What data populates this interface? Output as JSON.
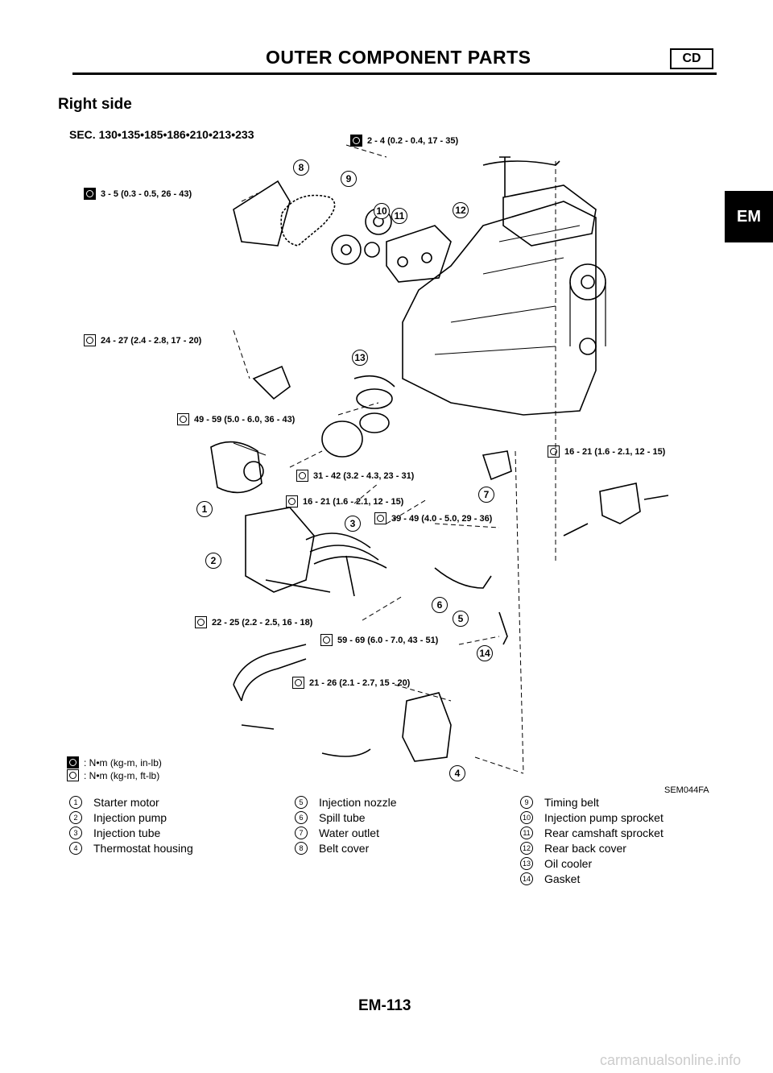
{
  "header": {
    "title": "OUTER COMPONENT PARTS",
    "badge": "CD"
  },
  "side_tab": "EM",
  "section": {
    "title": "Right side",
    "sec": "SEC. 130•135•185•186•210•213•233"
  },
  "torque_specs": {
    "t1": "2 - 4 (0.2 - 0.4, 17 - 35)",
    "t2": "3 - 5 (0.3 - 0.5, 26 - 43)",
    "t3": "24 - 27 (2.4 - 2.8, 17 - 20)",
    "t4": "49 - 59 (5.0 - 6.0, 36 - 43)",
    "t5": "16 - 21 (1.6 - 2.1, 12 - 15)",
    "t6": "31 - 42 (3.2 - 4.3, 23 - 31)",
    "t7": "16 - 21 (1.6 - 2.1, 12 - 15)",
    "t8": "39 - 49 (4.0 - 5.0, 29 - 36)",
    "t9": "22 - 25 (2.2 - 2.5, 16 - 18)",
    "t10": "59 - 69 (6.0 - 7.0, 43 - 51)",
    "t11": "21 - 26 (2.1 - 2.7, 15 - 20)"
  },
  "callouts": {
    "c1": "1",
    "c2": "2",
    "c3": "3",
    "c4": "4",
    "c5": "5",
    "c6": "6",
    "c7": "7",
    "c8": "8",
    "c9": "9",
    "c10": "10",
    "c11": "11",
    "c12": "12",
    "c13": "13",
    "c14": "14"
  },
  "legend": {
    "nm_kgm_inlb": ": N•m (kg-m, in-lb)",
    "nm_kgm_ftlb": ": N•m (kg-m, ft-lb)"
  },
  "figure_code": "SEM044FA",
  "parts": [
    {
      "num": "1",
      "name": "Starter motor"
    },
    {
      "num": "2",
      "name": "Injection pump"
    },
    {
      "num": "3",
      "name": "Injection tube"
    },
    {
      "num": "4",
      "name": "Thermostat housing"
    },
    {
      "num": "5",
      "name": "Injection nozzle"
    },
    {
      "num": "6",
      "name": "Spill tube"
    },
    {
      "num": "7",
      "name": "Water outlet"
    },
    {
      "num": "8",
      "name": "Belt cover"
    },
    {
      "num": "9",
      "name": "Timing belt"
    },
    {
      "num": "10",
      "name": "Injection pump sprocket"
    },
    {
      "num": "11",
      "name": "Rear camshaft sprocket"
    },
    {
      "num": "12",
      "name": "Rear back cover"
    },
    {
      "num": "13",
      "name": "Oil cooler"
    },
    {
      "num": "14",
      "name": "Gasket"
    }
  ],
  "page_number": "EM-113",
  "watermark": "carmanualsonline.info"
}
